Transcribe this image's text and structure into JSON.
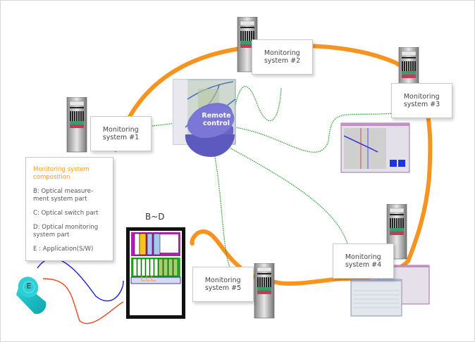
{
  "diagram": {
    "remote_control": {
      "label_line1": "Remote",
      "label_line2": "control"
    },
    "monitoring_systems": [
      {
        "id": "1",
        "line1": "Monitoring",
        "line2": "system #1"
      },
      {
        "id": "2",
        "line1": "Monitoring",
        "line2": "system #2"
      },
      {
        "id": "3",
        "line1": "Monitoring",
        "line2": "system #3"
      },
      {
        "id": "4",
        "line1": "Monitoring",
        "line2": "system #4"
      },
      {
        "id": "5",
        "line1": "Monitoring",
        "line2": "system #5"
      }
    ],
    "legend": {
      "title_line1": "Monitoring system",
      "title_line2": "composition",
      "items": [
        {
          "line1": "B: Optical measure-",
          "line2": "ment system part"
        },
        {
          "line1": "C: Optical switch part",
          "line2": ""
        },
        {
          "line1": "D: Optical monitoring",
          "line2": "system part"
        },
        {
          "line1": "E : Application(S/W)",
          "line2": ""
        }
      ]
    },
    "rack_title": "B~D",
    "application_label": "E",
    "colors": {
      "ring": "#f7931e",
      "link": "#2e9e2e",
      "remote_cylinder": "#7b78d6",
      "app_cylinder": "#1ec8cc",
      "legend_title": "#f39a1e",
      "cable_blue": "#1a1adb",
      "cable_red": "#f2461a"
    }
  }
}
